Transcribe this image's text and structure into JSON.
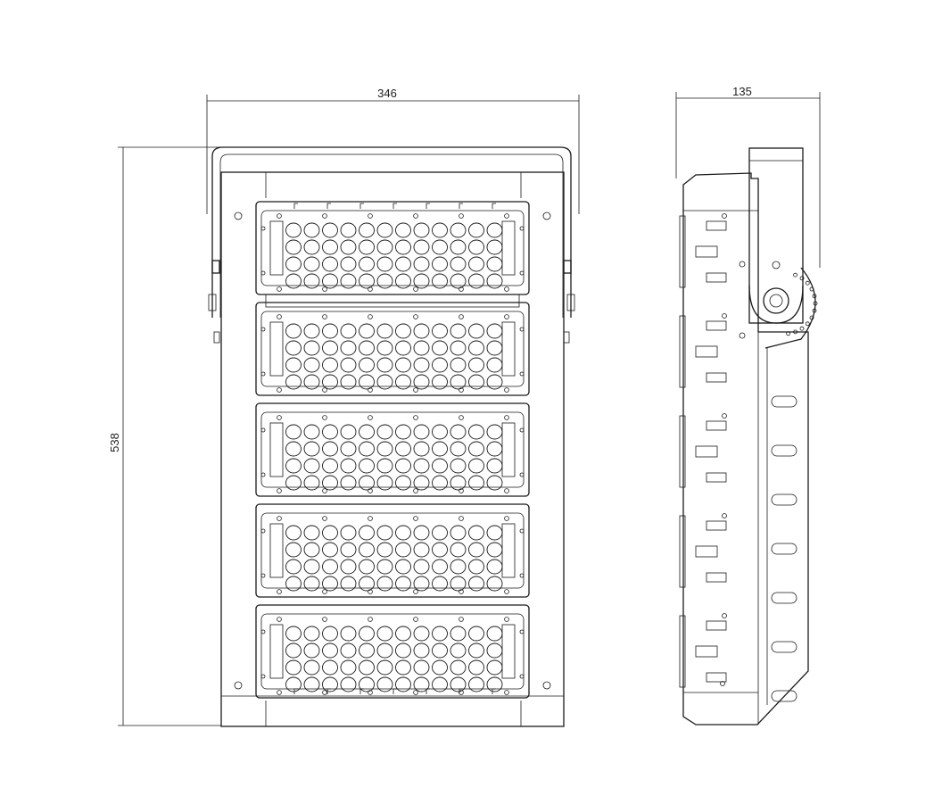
{
  "drawing": {
    "views": [
      "front-view",
      "side-view"
    ],
    "colors": {
      "line": "#1a1a1a",
      "background": "#ffffff",
      "text": "#222222"
    }
  },
  "dimensions": {
    "front_width": "346",
    "front_height": "538",
    "side_depth": "135"
  },
  "front_view": {
    "module_count": 5,
    "led_rows_per_module": 4,
    "led_cols_per_module": 12
  },
  "side_view": {
    "side_slots": 7
  }
}
